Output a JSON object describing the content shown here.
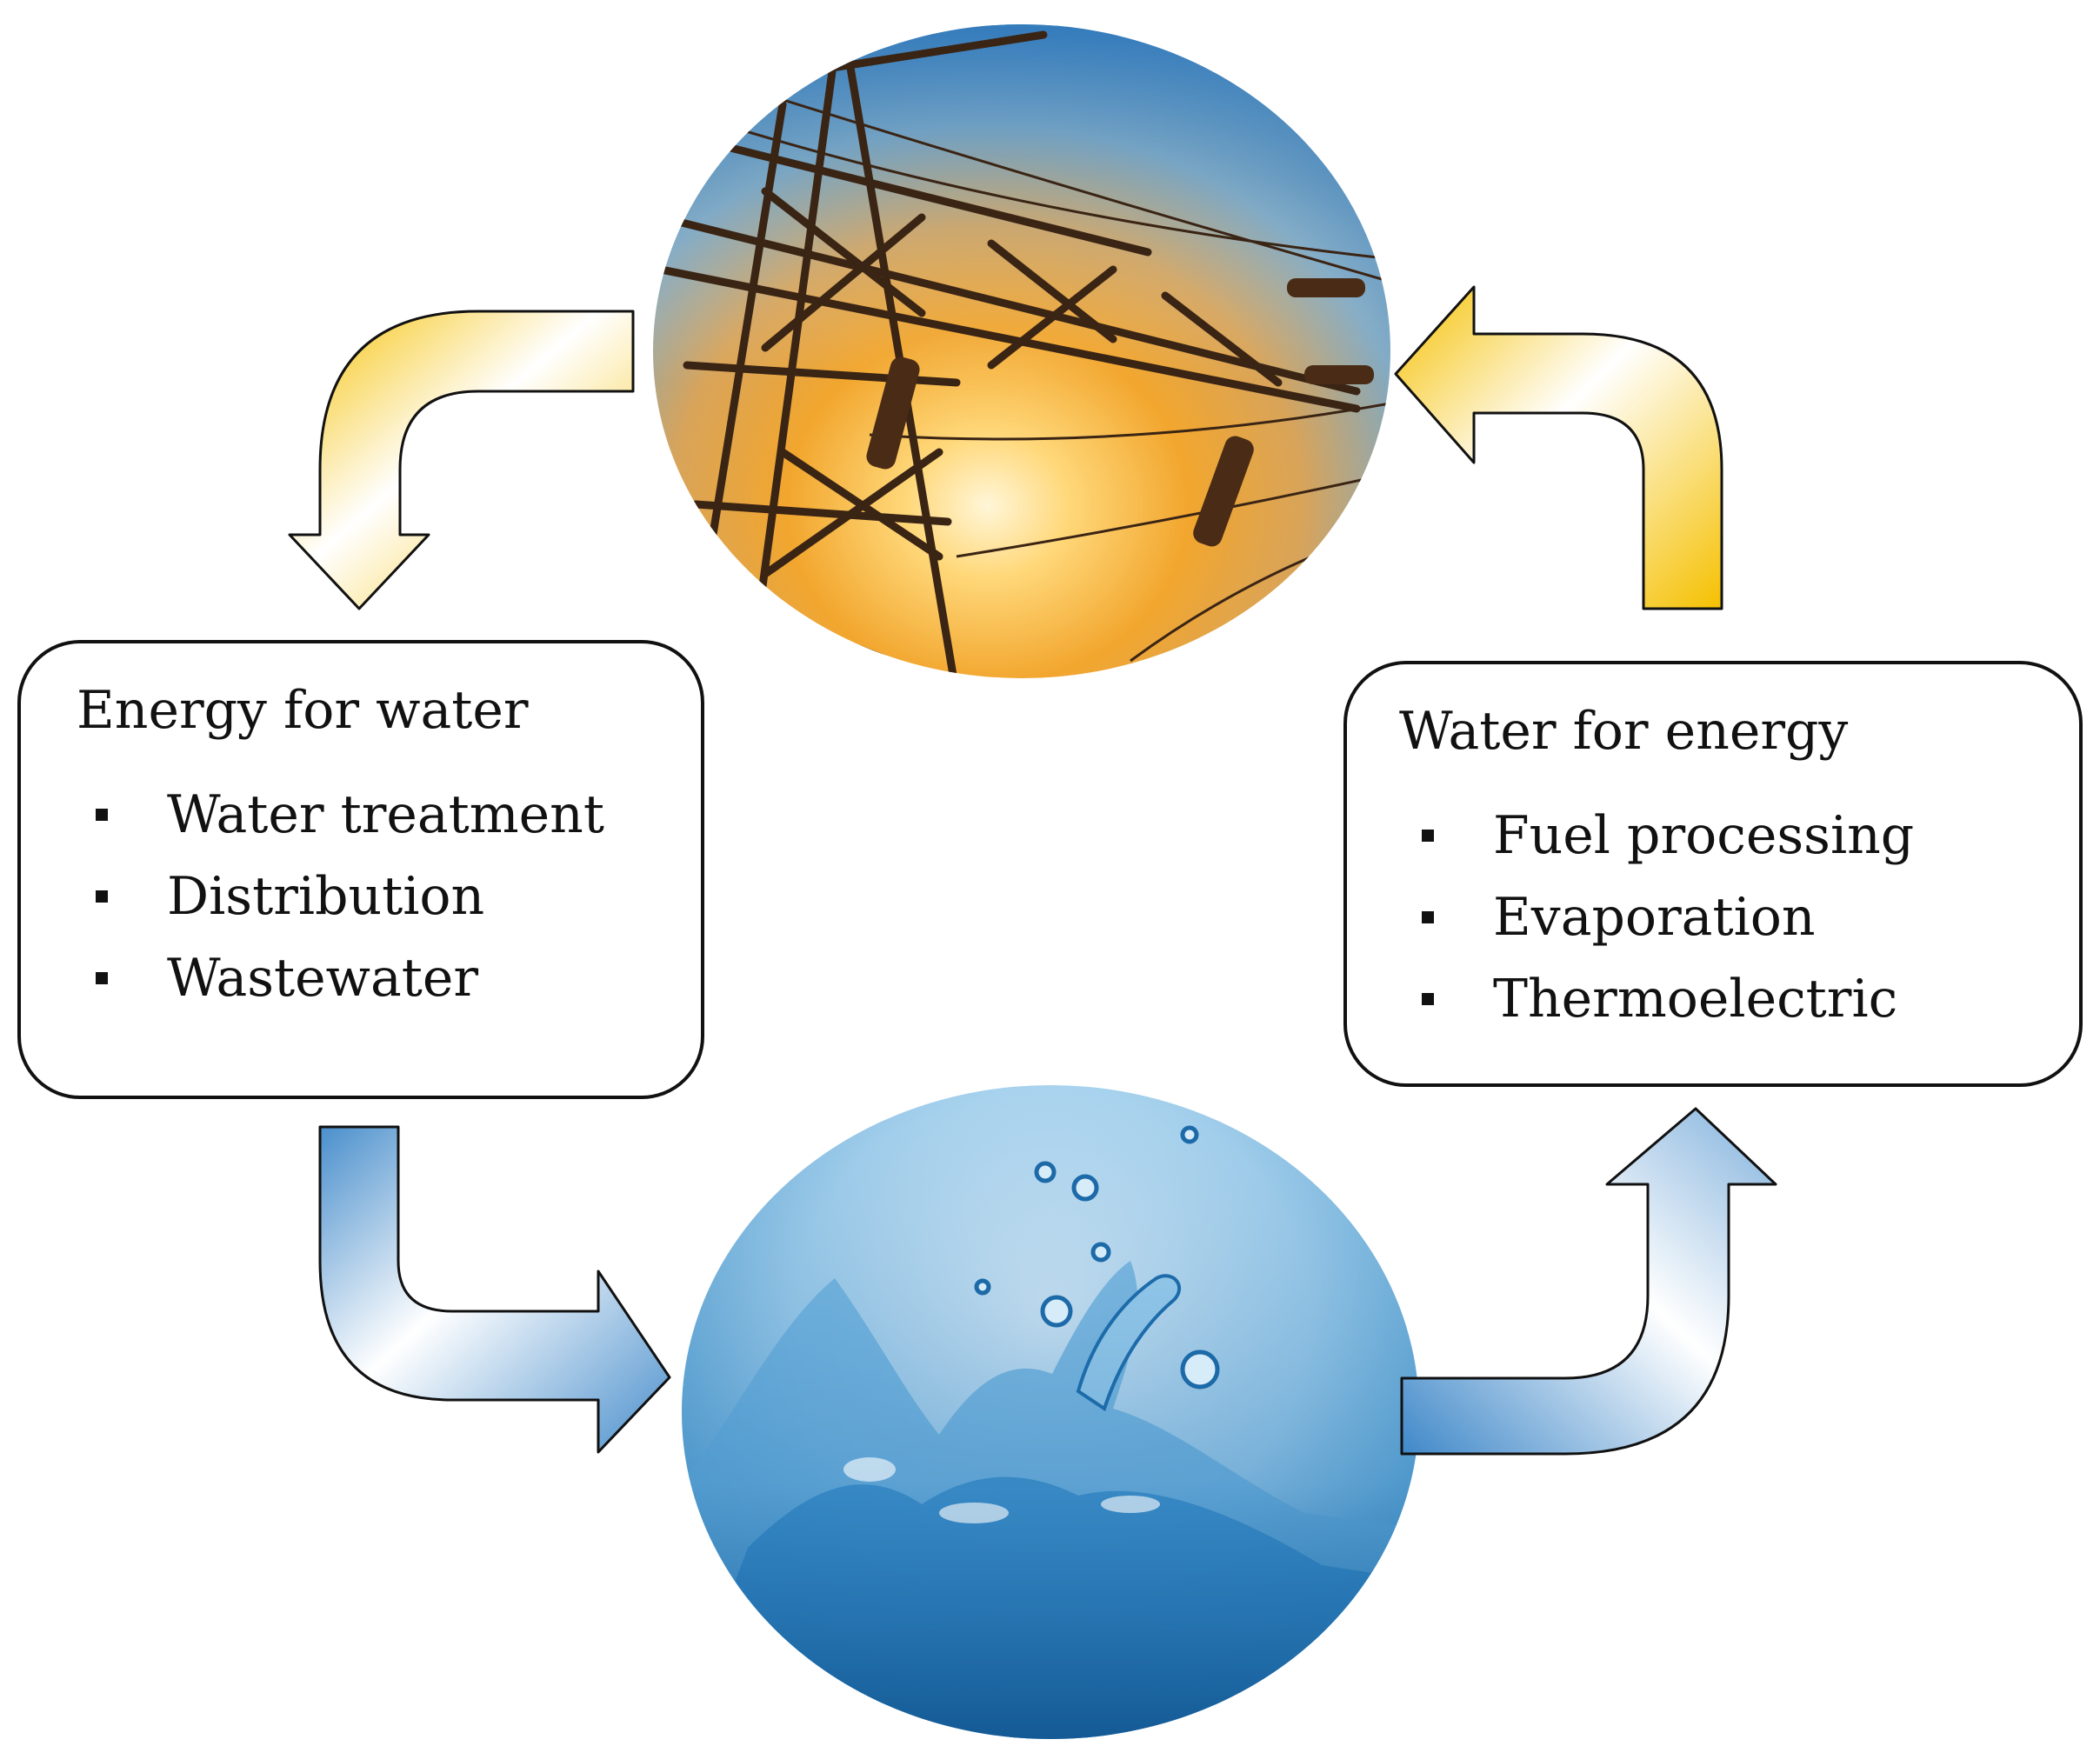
{
  "energy_for_water": {
    "title": "Energy for water",
    "items": [
      "Water treatment",
      "Distribution",
      "Wastewater"
    ]
  },
  "water_for_energy": {
    "title": "Water for energy",
    "items": [
      "Fuel processing",
      "Evaporation",
      "Thermoelectric"
    ]
  },
  "images": {
    "top": "power-transmission-tower-sunset-photo",
    "bottom": "water-splash-photo"
  },
  "colors": {
    "energy_arrow": "#f5c000",
    "water_arrow": "#3f88c9",
    "outline": "#111111"
  }
}
